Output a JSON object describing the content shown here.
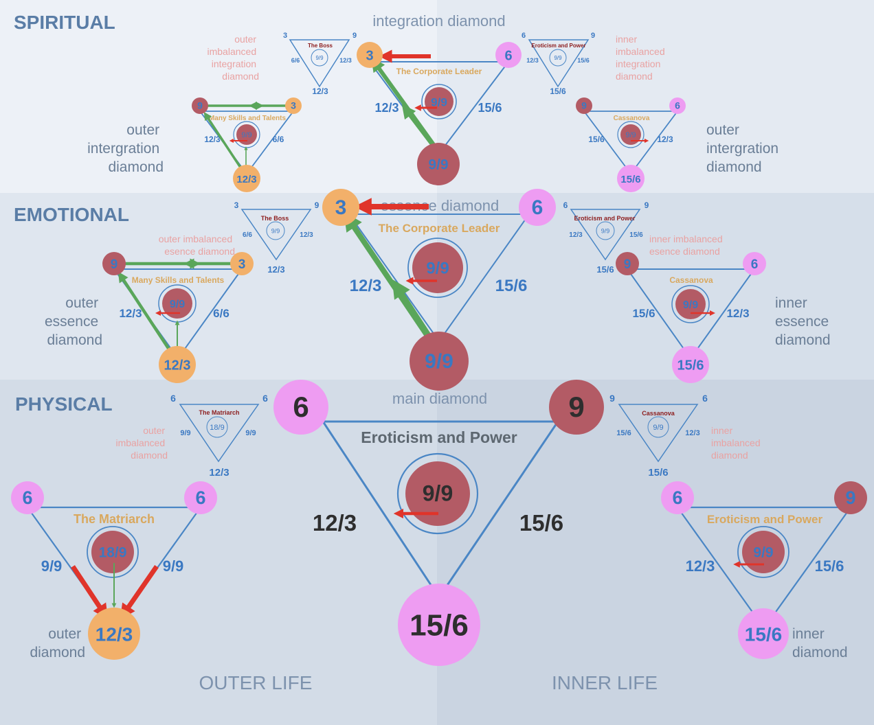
{
  "bands": {
    "spiritual": "SPIRITUAL",
    "emotional": "EMOTIONAL",
    "physical": "PHYSICAL"
  },
  "columns": {
    "outer": "OUTER LIFE",
    "inner": "INNER LIFE"
  },
  "colors": {
    "triangle_blue": "#4a86c5",
    "number_blue": "#3a78c2",
    "orange": "#f2b06a",
    "pink": "#ee9cf2",
    "maroon": "#b35b65",
    "red_arrow": "#e0342a",
    "green_arrow": "#5aa65a",
    "gold_text": "#d9a85e",
    "pink_text": "#e9a2a2",
    "grey_label": "#6a7e96"
  },
  "spiritual": {
    "main": {
      "caption": "integration diamond",
      "title": "The Corporate Leader",
      "top_left": "3",
      "top_right": "6",
      "bottom": "9/9",
      "center": "9/9",
      "left_edge": "12/3",
      "right_edge": "15/6"
    },
    "outer_imbalanced": {
      "caption": [
        "outer",
        "imbalanced",
        "integration",
        "diamond"
      ],
      "title": "The Boss",
      "top_left": "3",
      "top_right": "9",
      "bottom": "12/3",
      "center": "9/9",
      "left_edge": "6/6",
      "right_edge": "12/3"
    },
    "inner_imbalanced": {
      "caption": [
        "inner",
        "imbalanced",
        "integration",
        "diamond"
      ],
      "title": "Eroticism and Power",
      "top_left": "6",
      "top_right": "9",
      "bottom": "15/6",
      "center": "9/9",
      "left_edge": "12/3",
      "right_edge": "15/6"
    },
    "outer": {
      "caption": [
        "outer",
        "intergration",
        "diamond"
      ],
      "title": "Many Skills and Talents",
      "top_left": "9",
      "top_right": "3",
      "bottom": "12/3",
      "center": "9/9",
      "left_edge": "12/3",
      "right_edge": "6/6"
    },
    "inner": {
      "caption": [
        "outer",
        "intergration",
        "diamond"
      ],
      "title": "Cassanova",
      "top_left": "9",
      "top_right": "6",
      "bottom": "15/6",
      "center": "9/9",
      "left_edge": "15/6",
      "right_edge": "12/3"
    }
  },
  "emotional": {
    "main": {
      "caption": "essence diamond",
      "title": "The Corporate Leader",
      "top_left": "3",
      "top_right": "6",
      "bottom": "9/9",
      "center": "9/9",
      "left_edge": "12/3",
      "right_edge": "15/6"
    },
    "outer_imbalanced": {
      "caption": [
        "outer imbalanced",
        "esence diamond"
      ],
      "title": "The Boss",
      "top_left": "3",
      "top_right": "9",
      "bottom": "12/3",
      "center": "9/9",
      "left_edge": "6/6",
      "right_edge": "12/3"
    },
    "inner_imbalanced": {
      "caption": [
        "inner imbalanced",
        "esence diamond"
      ],
      "title": "Eroticism and Power",
      "top_left": "6",
      "top_right": "9",
      "bottom": "15/6",
      "center": "9/9",
      "left_edge": "12/3",
      "right_edge": "15/6"
    },
    "outer": {
      "caption": [
        "outer",
        "essence",
        "diamond"
      ],
      "title": "Many Skills and Talents",
      "top_left": "9",
      "top_right": "3",
      "bottom": "12/3",
      "center": "9/9",
      "left_edge": "12/3",
      "right_edge": "6/6"
    },
    "inner": {
      "caption": [
        "inner",
        "essence",
        "diamond"
      ],
      "title": "Cassanova",
      "top_left": "9",
      "top_right": "6",
      "bottom": "15/6",
      "center": "9/9",
      "left_edge": "15/6",
      "right_edge": "12/3"
    }
  },
  "physical": {
    "main": {
      "caption": "main diamond",
      "title": "Eroticism and Power",
      "top_left": "6",
      "top_right": "9",
      "bottom": "15/6",
      "center": "9/9",
      "left_edge": "12/3",
      "right_edge": "15/6"
    },
    "outer_imbalanced": {
      "caption": [
        "outer",
        "imbalanced",
        "diamond"
      ],
      "title": "The Matriarch",
      "top_left": "6",
      "top_right": "6",
      "bottom": "12/3",
      "center": "18/9",
      "left_edge": "9/9",
      "right_edge": "9/9"
    },
    "inner_imbalanced": {
      "caption": [
        "inner",
        "imbalanced",
        "diamond"
      ],
      "title": "Cassanova",
      "top_left": "9",
      "top_right": "6",
      "bottom": "15/6",
      "center": "9/9",
      "left_edge": "15/6",
      "right_edge": "12/3"
    },
    "outer": {
      "caption": [
        "outer",
        "diamond"
      ],
      "title": "The Matriarch",
      "top_left": "6",
      "top_right": "6",
      "bottom": "12/3",
      "center": "18/9",
      "left_edge": "9/9",
      "right_edge": "9/9"
    },
    "inner": {
      "caption": [
        "inner",
        "diamond"
      ],
      "title": "Eroticism and Power",
      "top_left": "6",
      "top_right": "9",
      "bottom": "15/6",
      "center": "9/9",
      "left_edge": "12/3",
      "right_edge": "15/6"
    }
  }
}
